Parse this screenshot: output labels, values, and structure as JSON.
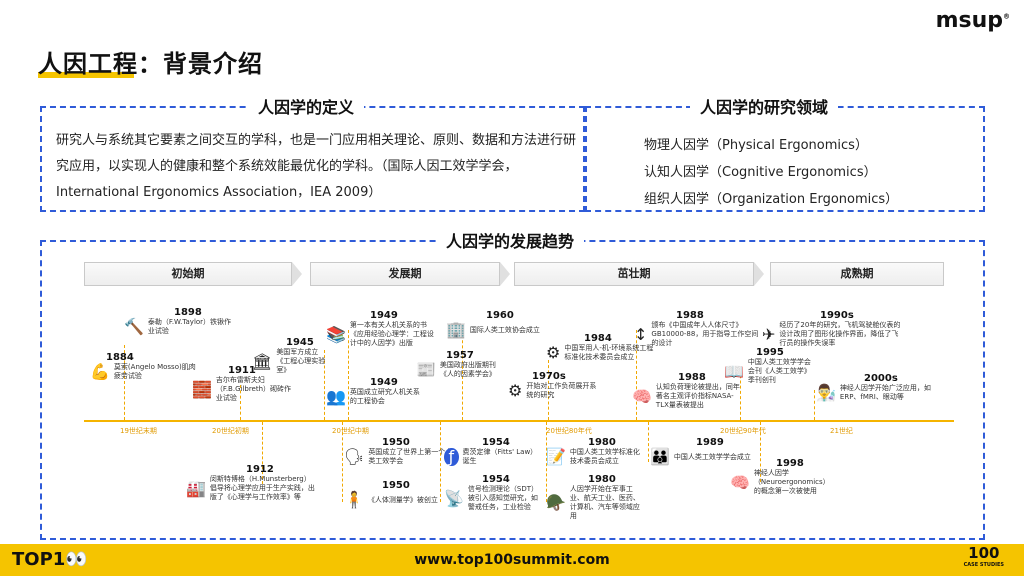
{
  "header": {
    "title": "人因工程：背景介绍",
    "logo": "msup",
    "logo_mark": "®"
  },
  "definition": {
    "heading": "人因学的定义",
    "text": "研究人与系统其它要素之间交互的学科，也是一门应用相关理论、原则、数据和方法进行研究应用，以实现人的健康和整个系统效能最优化的学科。（国际人因工效学学会，International Ergonomics Association，IEA 2009）"
  },
  "fields": {
    "heading": "人因学的研究领域",
    "items": [
      "物理人因学（Physical Ergonomics）",
      "认知人因学（Cognitive Ergonomics）",
      "组织人因学（Organization Ergonomics）"
    ]
  },
  "trend": {
    "heading": "人因学的发展趋势",
    "phases": [
      "初始期",
      "发展期",
      "茁壮期",
      "成熟期"
    ],
    "axis_ticks": [
      "19世纪末期",
      "20世纪初期",
      "20世纪中期",
      "20世纪80年代",
      "20世纪90年代",
      "21世纪"
    ],
    "events": [
      {
        "year": "1898",
        "text": "泰勒（F.W.Taylor）铁锹作业试验",
        "icon": "🔨"
      },
      {
        "year": "1884",
        "text": "莫索(Angelo Mosso)肌肉疲劳试验",
        "icon": "💪"
      },
      {
        "year": "1911",
        "text": "吉尔布雷斯夫妇（F.B.Gilbreth）砌砖作业试验",
        "icon": "🧱"
      },
      {
        "year": "1945",
        "text": "美国军方成立《工程心理实验室》",
        "icon": "🏛"
      },
      {
        "year": "1949",
        "text": "第一本有关人机关系的书《应用经验心理学：工程设计中的人因学》出版",
        "icon": "📚"
      },
      {
        "year": "1949",
        "text": "英国成立研究人机关系的工程协会",
        "icon": "👥"
      },
      {
        "year": "1957",
        "text": "美国政府出版期刊《人的因素学会》",
        "icon": "📰"
      },
      {
        "year": "1960",
        "text": "国际人类工效协会成立",
        "icon": "🏢"
      },
      {
        "year": "1970s",
        "text": "开始对工作负荷展开系统的研究",
        "icon": "⚙"
      },
      {
        "year": "1984",
        "text": "中国军用人-机-环境系统工程标准化技术委员会成立",
        "icon": "📋"
      },
      {
        "year": "1988",
        "text": "颁布《中国成年人人体尺寸》GB10000-88，用于指导工作空间的设计",
        "icon": "↕"
      },
      {
        "year": "1988",
        "text": "认知负荷理论被提出，同年著名主观评价指标NASA-TLX量表被提出",
        "icon": "🧠"
      },
      {
        "year": "1990s",
        "text": "经历了20年的研究，飞机驾驶舱仪表的设计改用了图形化操作界面，降低了飞行员的操作失误率",
        "icon": "✈"
      },
      {
        "year": "1995",
        "text": "中国人类工效学学会会刊《人类工效学》季刊创刊",
        "icon": "📖"
      },
      {
        "year": "2000s",
        "text": "神经人因学开始广泛应用，如ERP、fMRI、眼动等",
        "icon": "👨‍🔬"
      },
      {
        "year": "1912",
        "text": "闵斯特博格（H.Munsterberg）倡导将心理学应用于生产实践，出版了《心理学与工作效率》等",
        "icon": "🏭"
      },
      {
        "year": "1950",
        "text": "英国成立了世界上第一个人类工效学会",
        "icon": "🗣"
      },
      {
        "year": "1950",
        "text": "《人体测量学》被创立",
        "icon": "🧍"
      },
      {
        "year": "1954",
        "text": "费茨定律（Fitts' Law）诞生",
        "icon": "ƒ"
      },
      {
        "year": "1954",
        "text": "信号检测理论（SDT）被引入感知觉研究，如警戒任务，工业检验",
        "icon": "📡"
      },
      {
        "year": "1980",
        "text": "中国人类工效学标准化技术委员会成立",
        "icon": "📝"
      },
      {
        "year": "1980",
        "text": "人因学开始在军事工业、航天工业、医药、计算机、汽车等领域应用",
        "icon": "🪖"
      },
      {
        "year": "1989",
        "text": "中国人类工效学学会成立",
        "icon": "👪"
      },
      {
        "year": "1998",
        "text": "神经人因学（Neuroergonomics）的概念第一次被使用",
        "icon": "🧠"
      }
    ]
  },
  "footer": {
    "left": "TOP1👀",
    "url": "www.top100summit.com",
    "right_big": "100",
    "right_small": "CASE STUDIES"
  }
}
